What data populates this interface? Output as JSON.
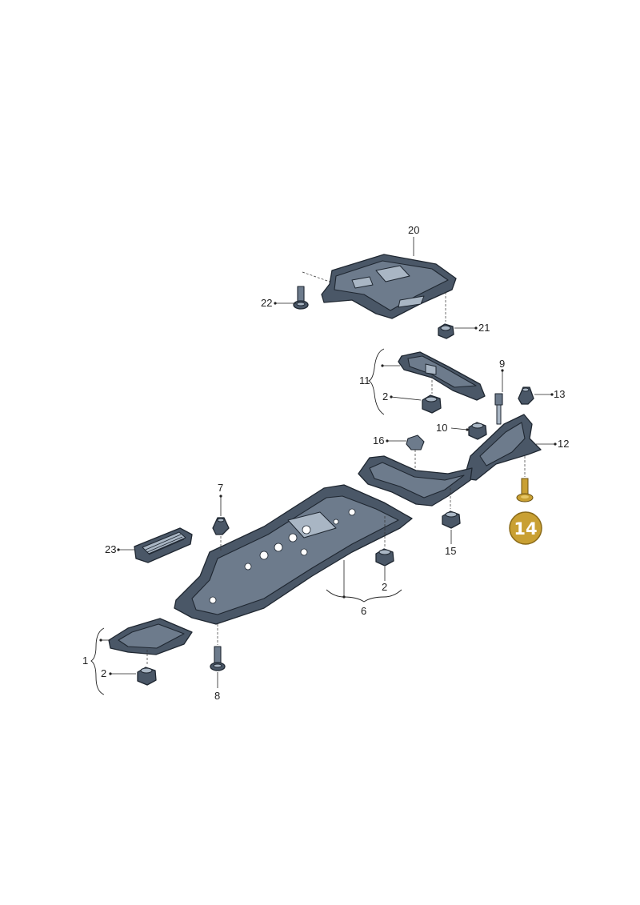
{
  "labels": {
    "c1": "1",
    "c2a": "2",
    "c2b": "2",
    "c2c": "2",
    "c6": "6",
    "c7": "7",
    "c8": "8",
    "c9": "9",
    "c10": "10",
    "c11": "11",
    "c12": "12",
    "c13": "13",
    "c14": "14",
    "c15": "15",
    "c16": "16",
    "c20": "20",
    "c21": "21",
    "c22": "22",
    "c23": "23"
  },
  "colors": {
    "highlight": "#c9a033",
    "part": "#4a5767",
    "part_light": "#a9b6c4",
    "outline": "#1f2731"
  },
  "highlighted_part": "14"
}
